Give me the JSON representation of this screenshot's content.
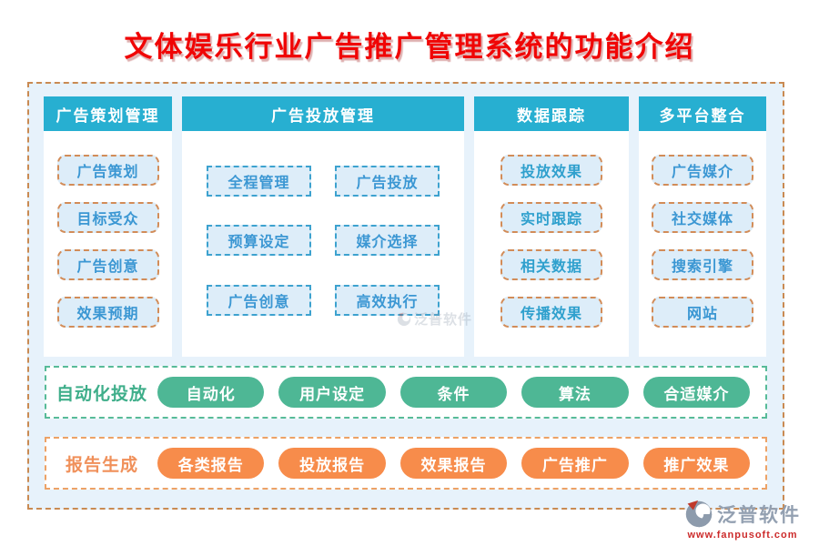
{
  "title": "文体娱乐行业广告推广管理系统的功能介绍",
  "columns": [
    {
      "header": "广告策划管理",
      "items": [
        "广告策划",
        "目标受众",
        "广告创意",
        "效果预期"
      ]
    },
    {
      "header": "广告投放管理",
      "items": [
        "全程管理",
        "广告投放",
        "预算设定",
        "媒介选择",
        "广告创意",
        "高效执行"
      ]
    },
    {
      "header": "数据跟踪",
      "items": [
        "投放效果",
        "实时跟踪",
        "相关数据",
        "传播效果"
      ]
    },
    {
      "header": "多平台整合",
      "items": [
        "广告媒介",
        "社交媒体",
        "搜索引擎",
        "网站"
      ]
    }
  ],
  "rows": [
    {
      "label": "自动化投放",
      "pills": [
        "自动化",
        "用户设定",
        "条件",
        "算法",
        "合适媒介"
      ]
    },
    {
      "label": "报告生成",
      "pills": [
        "各类报告",
        "投放报告",
        "效果报告",
        "广告推广",
        "推广效果"
      ]
    }
  ],
  "watermark": {
    "text": "泛普软件"
  },
  "footer": {
    "brand": "泛普软件",
    "url": "www.fanpusoft.com"
  },
  "colors": {
    "title_red": "#f00505",
    "header_teal": "#27afd1",
    "item_fill": "#ddedf9",
    "item_text_blue": "#3b97d3",
    "dashed_orange": "#d28c58",
    "dashed_blue": "#3da2cf",
    "green_pill": "#4eb795",
    "orange_pill": "#f78c4b",
    "board_bg": "#e7f2fb",
    "board_border": "#c98a52"
  }
}
